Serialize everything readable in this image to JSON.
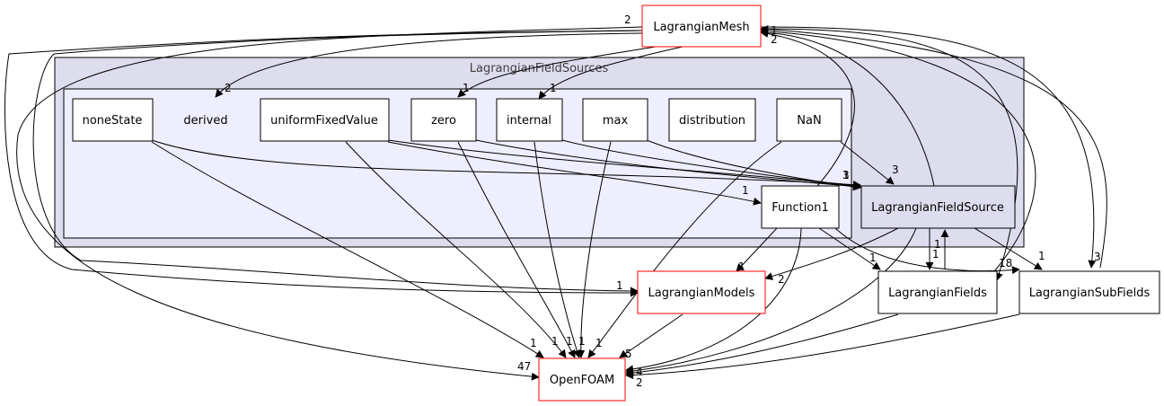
{
  "diagram": {
    "clusters": {
      "outer": "LagrangianFieldSources",
      "derived": "derived"
    },
    "nodes": {
      "lagrangian_mesh": "LagrangianMesh",
      "none_state": "noneState",
      "uniform_fixed_value": "uniformFixedValue",
      "zero": "zero",
      "internal": "internal",
      "max": "max",
      "distribution": "distribution",
      "nan": "NaN",
      "function1": "Function1",
      "lagrangian_field_source": "LagrangianFieldSource",
      "lagrangian_models": "LagrangianModels",
      "lagrangian_fields": "LagrangianFields",
      "lagrangian_sub_fields": "LagrangianSubFields",
      "openfoam": "OpenFOAM"
    },
    "edge_labels": {
      "mesh_2": "2",
      "mesh_to_derived": "2",
      "mesh_to_zero": "1",
      "mesh_to_internal": "1",
      "mesh_right_1": "1",
      "mesh_right_2": "2",
      "nan_to_source": "3",
      "source_stack_3": "3",
      "source_stack_1": "1",
      "function1_in": "1",
      "function1_mesh": "1",
      "openfoam_47": "47",
      "openfoam_a": "1",
      "openfoam_b": "1",
      "openfoam_c": "1",
      "openfoam_d": "1",
      "openfoam_e": "1",
      "openfoam_5": "5",
      "openfoam_right": "4",
      "openfoam_right2": "2",
      "models_1": "1",
      "models_2": "2",
      "models_left": "1",
      "fields_1": "1",
      "fields_1b": "1",
      "fields_back": "1",
      "fields_18": "18",
      "subfields_1": "1",
      "subfields_3": "3"
    }
  }
}
